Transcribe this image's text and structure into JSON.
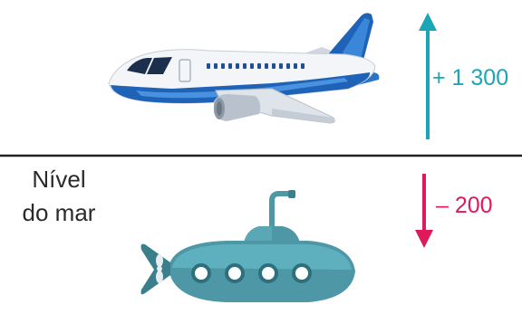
{
  "sea_level_label": {
    "line1": "Nível",
    "line2": "do mar"
  },
  "airplane": {
    "change_label": "+ 1 300",
    "arrow_color": "#1aa6b5"
  },
  "submarine": {
    "change_label": "– 200",
    "arrow_color": "#e0195a"
  },
  "colors": {
    "airplane_blue": "#1f63b8",
    "submarine_teal": "#4d97a6"
  }
}
